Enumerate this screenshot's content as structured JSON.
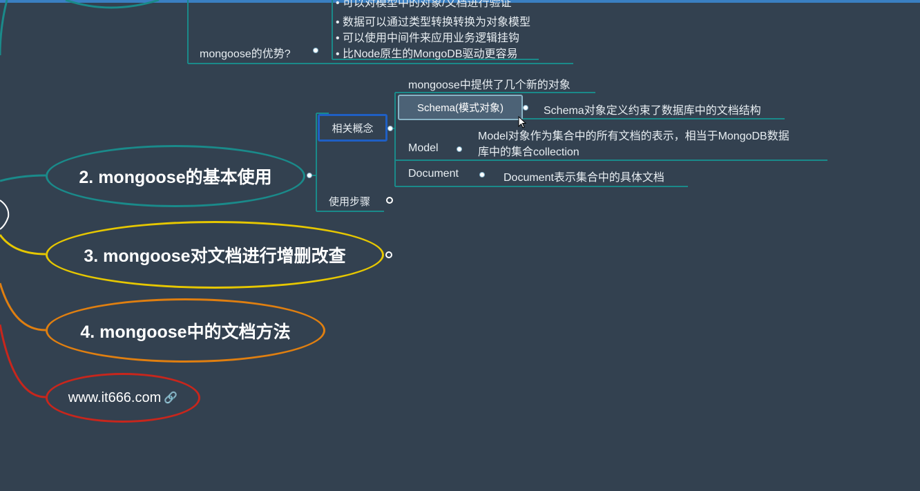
{
  "top_section": {
    "bullets": [
      "• 可以对模型中的对象/文档进行验证",
      "• 数据可以通过类型转换转换为对象模型",
      "• 可以使用中间件来应用业务逻辑挂钩",
      "• 比Node原生的MongoDB驱动更容易"
    ],
    "advantage_label": "mongoose的优势?"
  },
  "section2": {
    "title": "2. mongoose的基本使用",
    "concepts_label": "相关概念",
    "steps_label": "使用步骤",
    "new_objects_text": "mongoose中提供了几个新的对象",
    "schema_label": "Schema(模式对象)",
    "schema_desc": "Schema对象定义约束了数据库中的文档结构",
    "model_label": "Model",
    "model_desc_line1": "Model对象作为集合中的所有文档的表示，相当于MongoDB数据",
    "model_desc_line2": "库中的集合collection",
    "document_label": "Document",
    "document_desc": "Document表示集合中的具体文档"
  },
  "section3": {
    "title": "3. mongoose对文档进行增删改查"
  },
  "section4": {
    "title": "4. mongoose中的文档方法"
  },
  "link_node": {
    "text": "www.it666.com"
  },
  "colors": {
    "background": "#334150",
    "teal": "#1a8a8a",
    "yellow": "#e6c700",
    "orange": "#e07f10",
    "red": "#c8261c",
    "selected_border": "#1f5fc4"
  }
}
